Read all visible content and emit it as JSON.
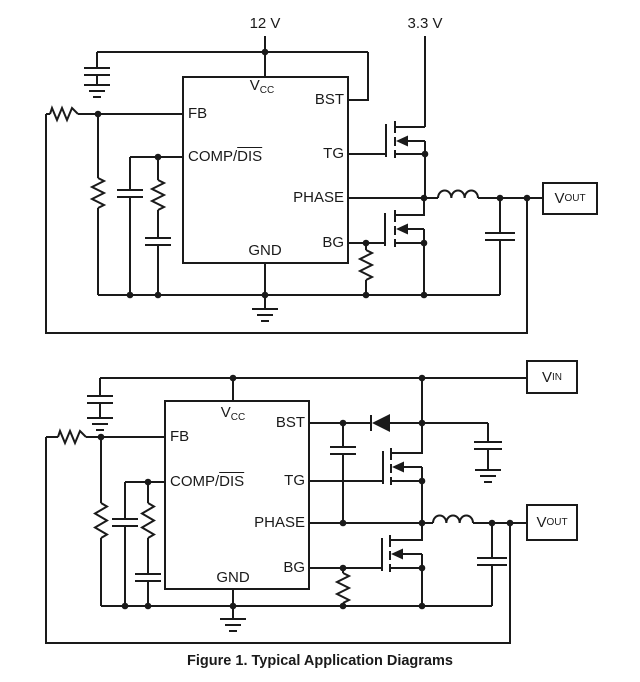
{
  "caption": "Figure 1. Typical Application Diagrams",
  "colors": {
    "line": "#1a1a1a",
    "text": "#1a1a1a",
    "background": "#ffffff"
  },
  "top_diagram": {
    "supply_label": "12 V",
    "gate_supply_label": "3.3 V",
    "ic_pins": {
      "vcc_main": "V",
      "vcc_sub": "CC",
      "fb": "FB",
      "comp_pre": "COMP/",
      "comp_overline": "DIS",
      "gnd": "GND",
      "bst": "BST",
      "tg": "TG",
      "phase": "PHASE",
      "bg": "BG"
    },
    "output_box": {
      "main": "V",
      "sub": "OUT"
    }
  },
  "bottom_diagram": {
    "ic_pins": {
      "vcc_main": "V",
      "vcc_sub": "CC",
      "fb": "FB",
      "comp_pre": "COMP/",
      "comp_overline": "DIS",
      "gnd": "GND",
      "bst": "BST",
      "tg": "TG",
      "phase": "PHASE",
      "bg": "BG"
    },
    "input_box": {
      "main": "V",
      "sub": "IN"
    },
    "output_box": {
      "main": "V",
      "sub": "OUT"
    }
  }
}
